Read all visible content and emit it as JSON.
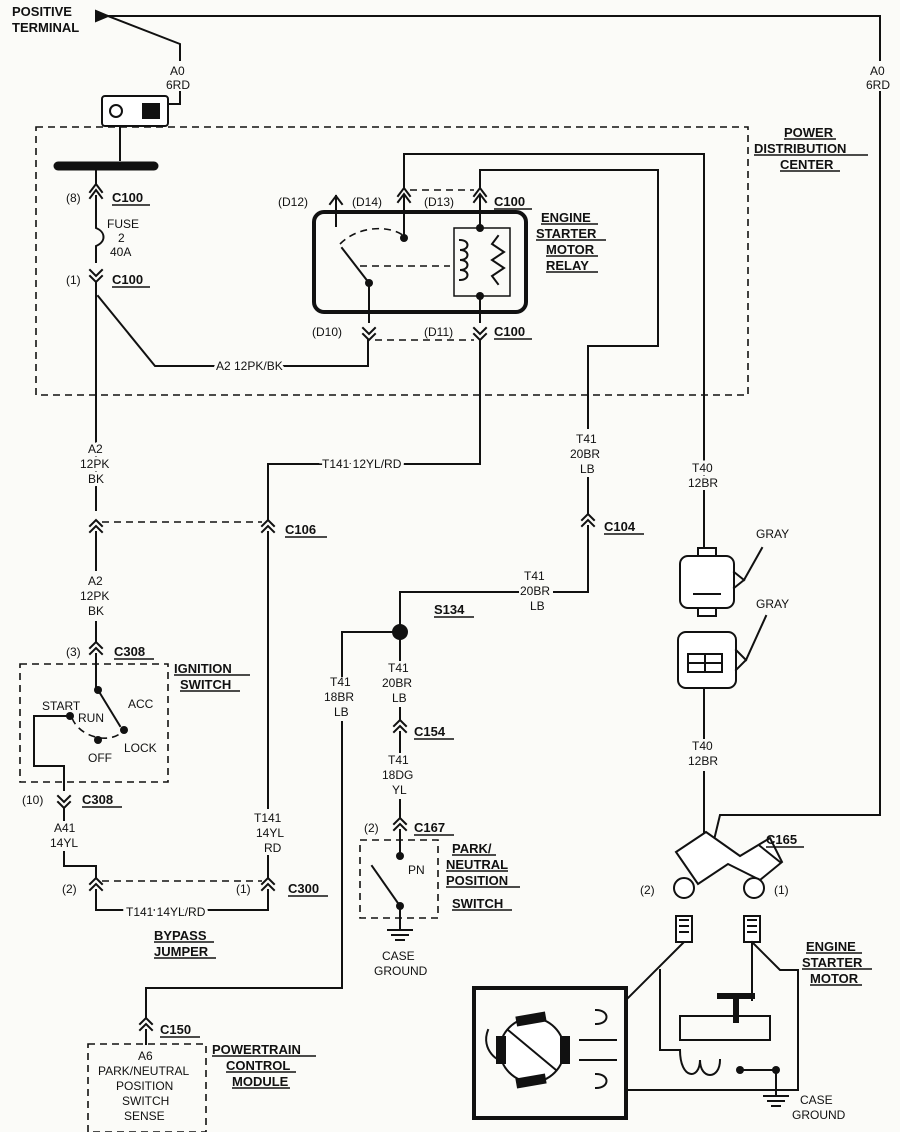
{
  "battery": {
    "label_line1": "POSITIVE",
    "label_line2": "TERMINAL",
    "wire_left_1": "A0",
    "wire_left_2": "6RD",
    "wire_right_1": "A0",
    "wire_right_2": "6RD"
  },
  "pdc": {
    "title_line1": "POWER",
    "title_line2": "DISTRIBUTION",
    "title_line3": "CENTER",
    "fuse_line1": "FUSE",
    "fuse_line2": "2",
    "fuse_line3": "40A",
    "pin8": "(8)",
    "pin1": "(1)",
    "connector": "C100",
    "a2_wire": "A2 12PK/BK"
  },
  "relay": {
    "title_line1": "ENGINE",
    "title_line2": "STARTER",
    "title_line3": "MOTOR",
    "title_line4": "RELAY",
    "d12": "(D12)",
    "d14": "(D14)",
    "d13": "(D13)",
    "d10": "(D10)",
    "d11": "(D11)",
    "connector_top": "C100",
    "connector_bottom": "C100"
  },
  "wires": {
    "a2_1": "A2",
    "a2_2": "12PK",
    "a2_3": "BK",
    "a2b_1": "A2",
    "a2b_2": "12PK",
    "a2b_3": "BK",
    "t141_top": "T141 12YL/RD",
    "t41_a_1": "T41",
    "t41_a_2": "20BR",
    "t41_a_3": "LB",
    "t41_b_1": "T41",
    "t41_b_2": "20BR",
    "t41_b_3": "LB",
    "t41_c_1": "T41",
    "t41_c_2": "18BR",
    "t41_c_3": "LB",
    "t41_d_1": "T41",
    "t41_d_2": "20BR",
    "t41_d_3": "LB",
    "t41_e_1": "T41",
    "t41_e_2": "18DG",
    "t41_e_3": "YL",
    "t40_a_1": "T40",
    "t40_a_2": "12BR",
    "t40_b_1": "T40",
    "t40_b_2": "12BR",
    "a41_1": "A41",
    "a41_2": "14YL",
    "t141_v_1": "T141",
    "t141_v_2": "14YL",
    "t141_v_3": "RD",
    "t141_bottom": "T141 14YL/RD"
  },
  "connectors": {
    "c106": "C106",
    "c104": "C104",
    "s134": "S134",
    "c154": "C154",
    "c167": "C167",
    "c308_top": "C308",
    "c308_bottom": "C308",
    "c300": "C300",
    "c150": "C150",
    "c165": "C165",
    "pin3": "(3)",
    "pin10": "(10)",
    "pin2_c300": "(2)",
    "pin1_c300": "(1)",
    "pin2_c167": "(2)",
    "pin2_c165": "(2)",
    "pin1_c165": "(1)",
    "gray1": "GRAY",
    "gray2": "GRAY"
  },
  "ignition": {
    "title_line1": "IGNITION",
    "title_line2": "SWITCH",
    "start": "START",
    "run": "RUN",
    "acc": "ACC",
    "off": "OFF",
    "lock": "LOCK"
  },
  "bypass": {
    "line1": "BYPASS",
    "line2": "JUMPER"
  },
  "pnswitch": {
    "title_line1": "PARK/",
    "title_line2": "NEUTRAL",
    "title_line3": "POSITION",
    "title_line4": "SWITCH",
    "pn": "PN",
    "ground_1": "CASE",
    "ground_2": "GROUND"
  },
  "pcm": {
    "title_line1": "POWERTRAIN",
    "title_line2": "CONTROL",
    "title_line3": "MODULE",
    "pin_1": "A6",
    "pin_2": "PARK/NEUTRAL",
    "pin_3": "POSITION",
    "pin_4": "SWITCH",
    "pin_5": "SENSE"
  },
  "starter": {
    "title_line1": "ENGINE",
    "title_line2": "STARTER",
    "title_line3": "MOTOR",
    "ground_1": "CASE",
    "ground_2": "GROUND"
  }
}
